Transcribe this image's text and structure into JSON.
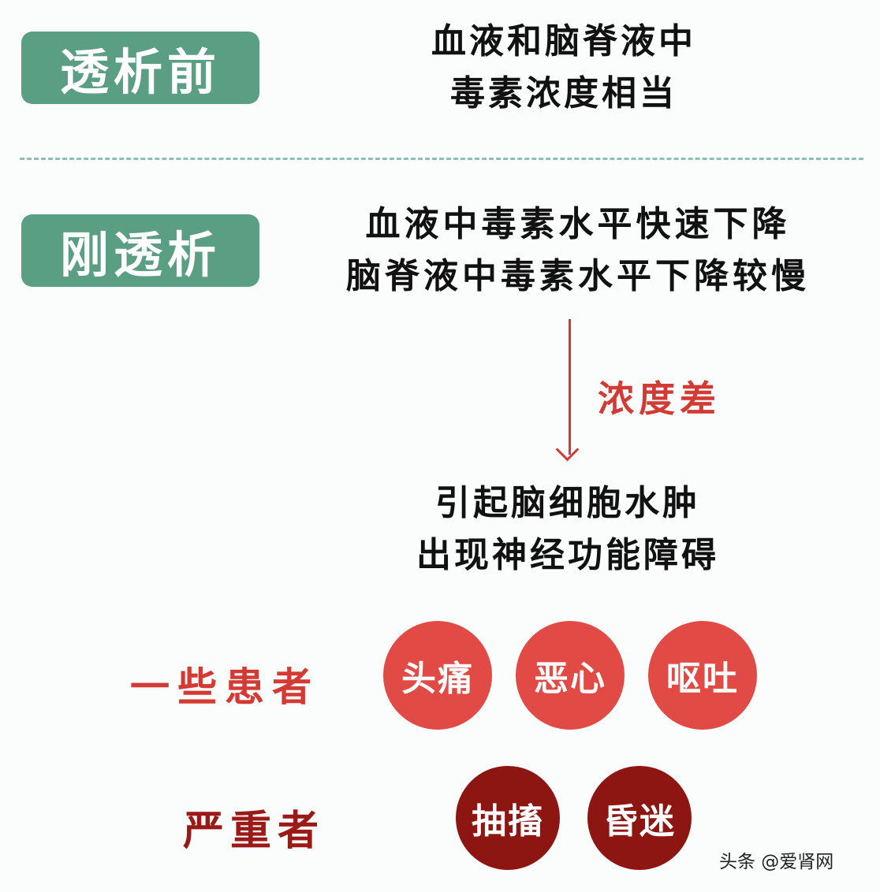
{
  "stages": [
    {
      "tag": "透析前",
      "lines": [
        "血液和脑脊液中",
        "毒素浓度相当"
      ]
    },
    {
      "tag": "刚透析",
      "lines": [
        "血液中毒素水平快速下降",
        "脑脊液中毒素水平下降较慢"
      ]
    }
  ],
  "arrow": {
    "label": "浓度差",
    "icon": "arrow-down-icon",
    "color": "#d23a35"
  },
  "result": {
    "lines": [
      "引起脑细胞水肿",
      "出现神经功能障碍"
    ]
  },
  "groups": [
    {
      "label": "一些患者",
      "color": "#e24b45",
      "symptoms": [
        "头痛",
        "恶心",
        "呕吐"
      ]
    },
    {
      "label": "严重者",
      "color": "#8d1512",
      "symptoms": [
        "抽搐",
        "昏迷"
      ]
    }
  ],
  "colors": {
    "tag_green": "#5a9e83",
    "text_red": "#d43a34",
    "dark_red": "#8d1512"
  },
  "watermark": "头条 @爱肾网"
}
